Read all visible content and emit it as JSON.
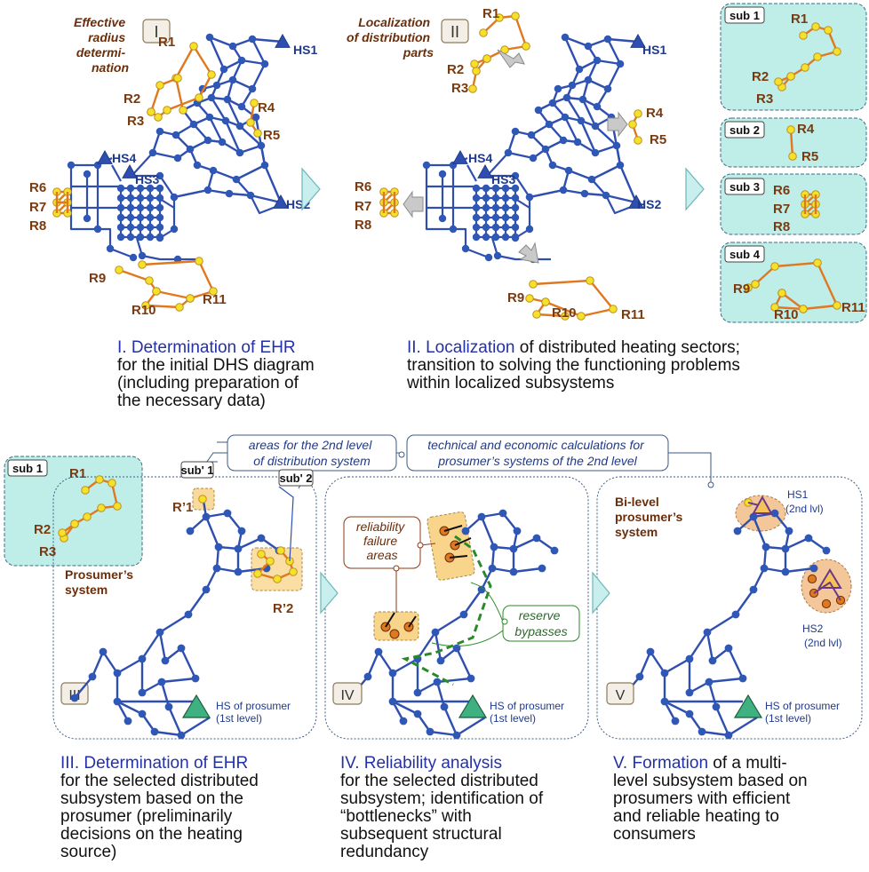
{
  "colors": {
    "pipe": "#2f4fb0",
    "node": "#2f57b5",
    "consumer_pipe": "#e07820",
    "consumer_node": "#f5e02a",
    "consumer_label": "#7a3a10",
    "hs_label": "#1f3a8c",
    "prosumer_hs": "#3fb07f",
    "sub_panel": "#bfeee8",
    "highlight": "#f7c25a",
    "reserve": "#2a8a2a",
    "caption_heading": "#2331a8",
    "triangle_arrow": "#c8eeee"
  },
  "panel1": {
    "badge": "I",
    "title_lines": [
      "Effective",
      "radius",
      "determi-",
      "nation"
    ],
    "labels": {
      "r1": "R1",
      "r2": "R2",
      "r3": "R3",
      "r4": "R4",
      "r5": "R5",
      "r6": "R6",
      "r7": "R7",
      "r8": "R8",
      "r9": "R9",
      "r10": "R10",
      "r11": "R11",
      "hs1": "HS1",
      "hs2": "HS2",
      "hs3": "HS3",
      "hs4": "HS4"
    }
  },
  "panel2": {
    "badge": "II",
    "title_lines": [
      "Localization",
      "of distribution",
      "parts"
    ]
  },
  "subs": {
    "s1": {
      "tag": "sub 1"
    },
    "s2": {
      "tag": "sub 2"
    },
    "s3": {
      "tag": "sub 3"
    },
    "s4": {
      "tag": "sub 4"
    }
  },
  "callouts": {
    "areas_lines": [
      "areas for the 2nd level",
      "of distribution system"
    ],
    "tech_lines": [
      "technical and economic calculations for",
      "prosumer’s systems of the 2nd level"
    ],
    "reliability_lines": [
      "reliability",
      "failure",
      "areas"
    ],
    "reserve_lines": [
      "reserve",
      "bypasses"
    ]
  },
  "panel3": {
    "badge": "III",
    "title_lines": [
      "Prosumer’s",
      "system"
    ],
    "sub_prime1": "sub' 1",
    "sub_prime2": "sub' 2",
    "r_prime1": "R’1",
    "r_prime2": "R’2",
    "hs_lines": [
      "HS of prosumer",
      "(1st level)"
    ]
  },
  "panel4": {
    "badge": "IV",
    "hs_lines": [
      "HS of prosumer",
      "(1st level)"
    ]
  },
  "panel5": {
    "badge": "V",
    "title_lines": [
      "Bi-level",
      "prosumer’s",
      "system"
    ],
    "hs1_lines": [
      "HS1",
      "(2nd lvl)"
    ],
    "hs2_lines": [
      "HS2",
      "(2nd lvl)"
    ],
    "hs_lines": [
      "HS of prosumer",
      "(1st level)"
    ]
  },
  "captions": {
    "c1": {
      "heading": "I. Determination of EHR",
      "body": "for the initial DHS diagram\n(including preparation of\nthe necessary data)"
    },
    "c2": {
      "heading": "II. Localization",
      "heading_rest": " of distributed heating sectors;",
      "body": "transition to solving the functioning problems\nwithin localized subsystems"
    },
    "c3": {
      "heading": "III. Determination of EHR",
      "body": "for the selected distributed\nsubsystem based on the\nprosumer (preliminarily\ndecisions on the heating\nsource)"
    },
    "c4": {
      "heading": "IV. Reliability analysis",
      "body": "for the selected distributed\nsubsystem; identification of\n“bottlenecks” with\nsubsequent structural\nredundancy"
    },
    "c5": {
      "heading": "V. Formation",
      "heading_rest": " of a multi-",
      "body": "level subsystem based on\nprosumers with efficient\nand reliable heating to\nconsumers"
    }
  }
}
